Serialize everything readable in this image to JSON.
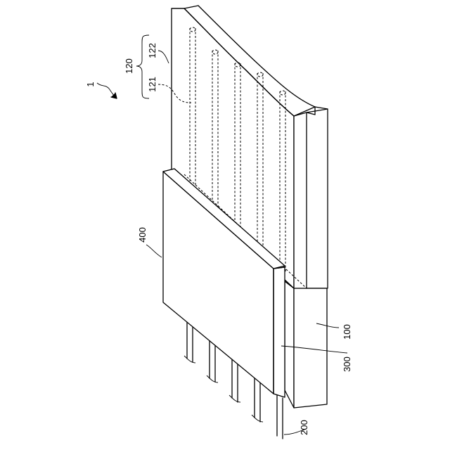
{
  "labels": {
    "ref_1": "1",
    "ref_120": "120",
    "ref_122": "122",
    "ref_121": "121",
    "ref_400": "400",
    "ref_100": "100",
    "ref_300": "300",
    "ref_200": "200"
  },
  "colors": {
    "line": "#000000",
    "background": "#ffffff"
  }
}
